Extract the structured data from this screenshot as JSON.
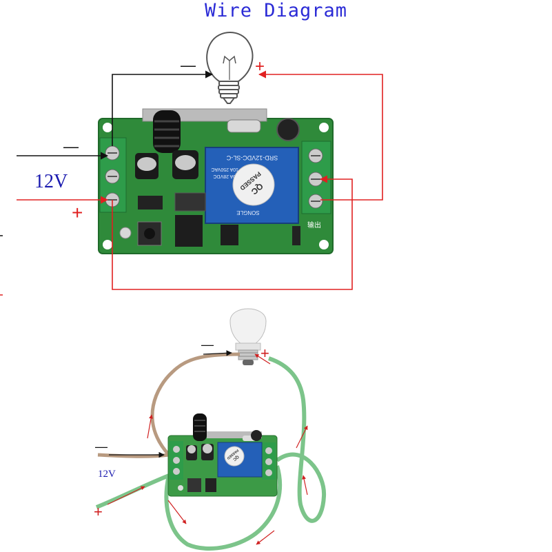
{
  "title": "Wire Diagram",
  "top": {
    "minus_left": "—",
    "minus_bulb": "—",
    "plus_bulb": "+",
    "plus_left": "+",
    "voltage": "12V",
    "relay_model": "SRD-12VDC-SL-C",
    "relay_rating_1": "10A 250VAC",
    "relay_rating_2": "10A 28VDC",
    "qc_1": "QC",
    "qc_2": "PASSED",
    "relay_brand": "SONGLE",
    "output_label": "输出"
  },
  "bottom": {
    "minus_left": "—",
    "minus_bulb": "—",
    "plus_bulb": "+",
    "plus_left": "+",
    "voltage": "12V",
    "qc_1": "QC",
    "qc_2": "PASSED"
  },
  "colors": {
    "title": "#2b2bd6",
    "wire_positive": "#e02020",
    "wire_negative": "#111111",
    "pcb": "#2f8a3a",
    "relay": "#2460b8",
    "terminal": "#2e9c4a",
    "green_wire": "#7cc48a",
    "brown_wire": "#b89a80"
  },
  "icons": [
    "lightbulb-outline-icon",
    "led-bulb-icon",
    "arrow-icon"
  ]
}
